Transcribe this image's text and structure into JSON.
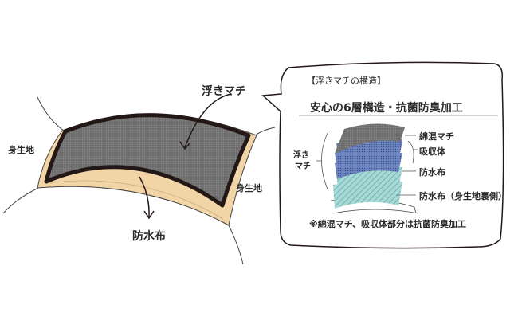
{
  "colors": {
    "gusset": "#6e6e6e",
    "absorb": "#6f87c3",
    "waterproof": "#a7d9d6",
    "body": "#f1d5a6",
    "outline": "#231815"
  },
  "left": {
    "label_gusset": "浮きマチ",
    "label_body_left": "身生地",
    "label_body_right": "身生地",
    "label_waterproof": "防水布"
  },
  "bubble": {
    "heading": "【浮きマチの構造】",
    "title": "安心の6層構造・抗菌防臭加工",
    "group_label_1": "浮き",
    "group_label_2": "マチ",
    "layers": [
      "綿混マチ",
      "吸収体",
      "防水布",
      "防水布（身生地裏側）"
    ],
    "note": "※綿混マチ、吸収体部分は抗菌防臭加工"
  }
}
